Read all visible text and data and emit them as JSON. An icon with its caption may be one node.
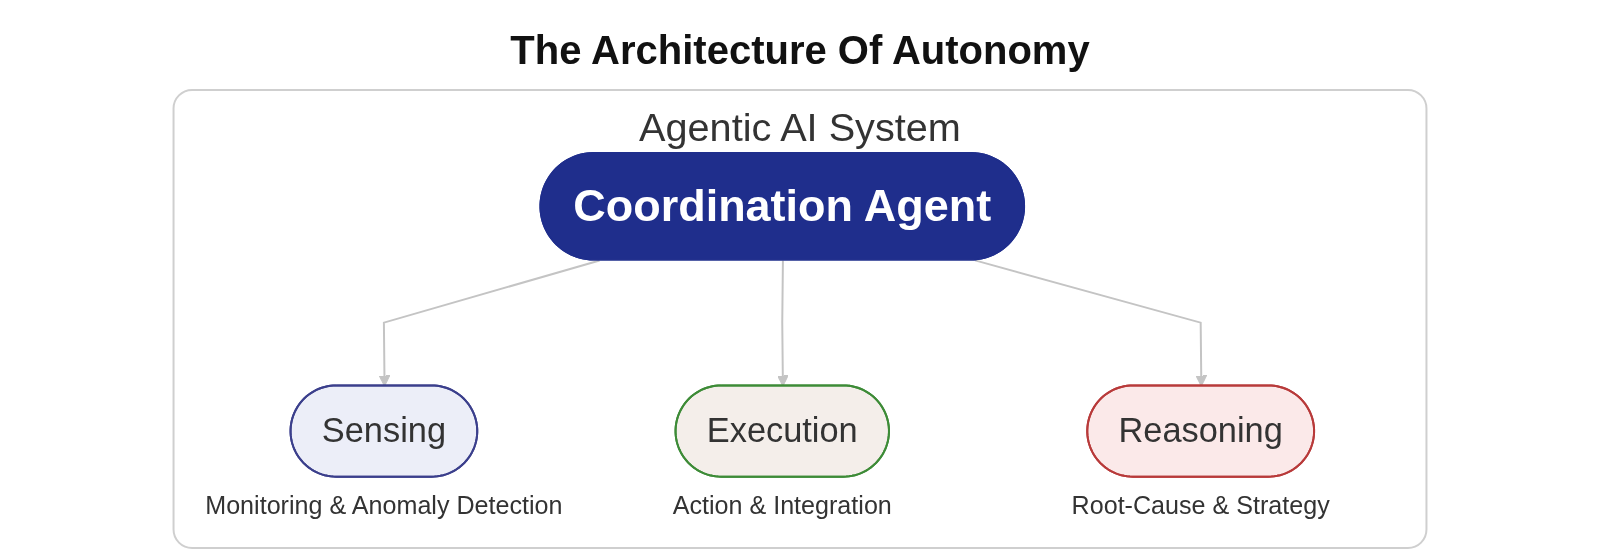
{
  "diagram": {
    "title": "The Architecture Of Autonomy",
    "nodes": [
      {
        "text": [
          "Agentic AI System"
        ]
      },
      {
        "text": [
          "Sensing"
        ],
        "in": 0,
        "beside": [
          "Monitoring & Anomaly Detection"
        ]
      },
      {
        "text": [
          "Coordination Agent"
        ],
        "in": 0
      },
      {
        "text": [
          "Reasoning"
        ],
        "in": 0,
        "beside": [
          "Root-Cause & Strategy"
        ]
      },
      {
        "text": [
          "Execution"
        ],
        "in": 0,
        "beside": [
          "Action & Integration"
        ]
      }
    ],
    "edges": [
      {
        "from": 2,
        "to": 1,
        "arrow": "to"
      },
      {
        "from": 2,
        "to": 4,
        "arrow": "to"
      },
      {
        "from": 2,
        "to": 3,
        "arrow": "to"
      }
    ]
  }
}
